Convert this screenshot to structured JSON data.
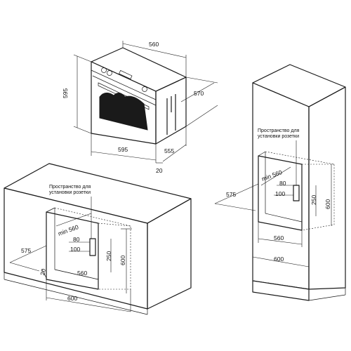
{
  "oven": {
    "width": "560",
    "height": "595",
    "depth": "570",
    "front_width": "595",
    "body_depth": "555",
    "door_thickness": "20"
  },
  "cabinet_under_counter": {
    "socket_label_line1": "Пространство для",
    "socket_label_line2": "установки розетки",
    "min_depth": "min 560",
    "dim_80": "80",
    "dim_100": "100",
    "dim_250": "250",
    "dim_600_h": "600",
    "dim_575": "575",
    "dim_20": "20",
    "dim_560": "560",
    "dim_600_w": "600"
  },
  "cabinet_column": {
    "socket_label_line1": "Пространство для",
    "socket_label_line2": "установки розетки",
    "min_depth": "min 560",
    "dim_80": "80",
    "dim_100": "100",
    "dim_250": "250",
    "dim_600_h": "600",
    "dim_575": "575",
    "dim_560": "560",
    "dim_600_w": "600"
  }
}
